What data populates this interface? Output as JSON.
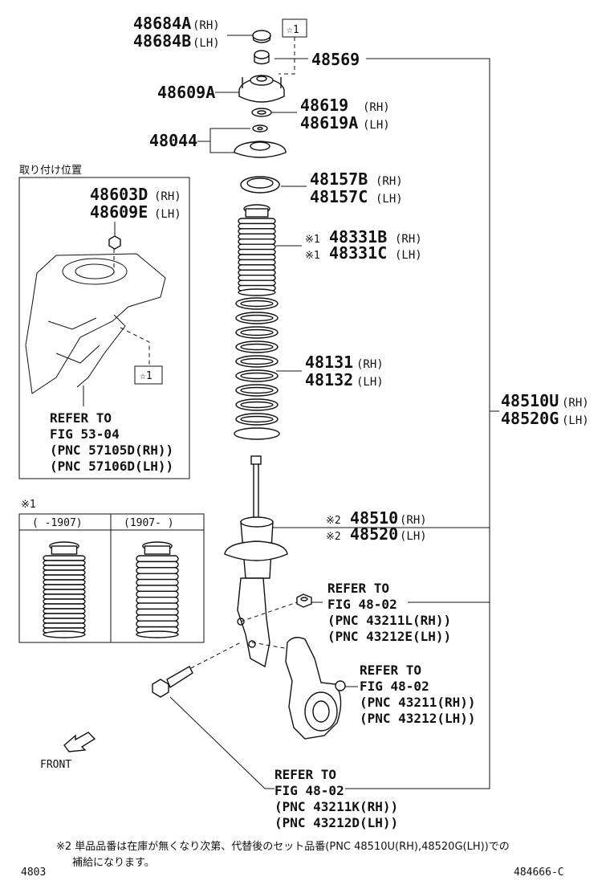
{
  "parts": {
    "p48684": {
      "a": "48684A",
      "a_sfx": "(RH)",
      "b": "48684B",
      "b_sfx": "(LH)"
    },
    "p48569": "48569",
    "p48609A": "48609A",
    "p48619": {
      "a": "48619",
      "a_sfx": "(RH)",
      "b": "48619A",
      "b_sfx": "(LH)"
    },
    "p48044": "48044",
    "p48157": {
      "a": "48157B",
      "a_sfx": "(RH)",
      "b": "48157C",
      "b_sfx": "(LH)"
    },
    "p48331": {
      "mark": "※1",
      "a": "48331B",
      "a_sfx": "(RH)",
      "b": "48331C",
      "b_sfx": "(LH)"
    },
    "p48131": {
      "a": "48131",
      "a_sfx": "(RH)",
      "b": "48132",
      "b_sfx": "(LH)"
    },
    "p48510U": {
      "a": "48510U",
      "a_sfx": "(RH)",
      "b": "48520G",
      "b_sfx": "(LH)"
    },
    "p48510": {
      "mark": "※2",
      "a": "48510",
      "a_sfx": "(RH)",
      "b": "48520",
      "b_sfx": "(LH)"
    }
  },
  "star_marker": "☆1",
  "inset": {
    "title": "取り付け位置",
    "nut_a": "48603D",
    "nut_a_sfx": "(RH)",
    "nut_b": "48609E",
    "nut_b_sfx": "(LH)",
    "ref": [
      "REFER TO",
      "FIG 53-04",
      "(PNC 57105D(RH))",
      "(PNC 57106D(LH))"
    ]
  },
  "note1": {
    "mark": "※1",
    "col1": "(     -1907)",
    "col2": "(1907-      )"
  },
  "refs": {
    "r1": [
      "REFER TO",
      "FIG 48-02",
      "(PNC 43211L(RH))",
      "(PNC 43212E(LH))"
    ],
    "r2": [
      "REFER TO",
      "FIG 48-02",
      "(PNC 43211(RH))",
      "(PNC 43212(LH))"
    ],
    "r3": [
      "REFER TO",
      "FIG 48-02",
      "(PNC 43211K(RH))",
      "(PNC 43212D(LH))"
    ]
  },
  "front_label": "FRONT",
  "footnote": {
    "line1": "※2  単品品番は在庫が無くなり次第、代替後のセット品番(PNC 48510U(RH),48520G(LH))での",
    "line2": "補給になります。"
  },
  "page_id": "4803",
  "drawing_id": "484666-C"
}
